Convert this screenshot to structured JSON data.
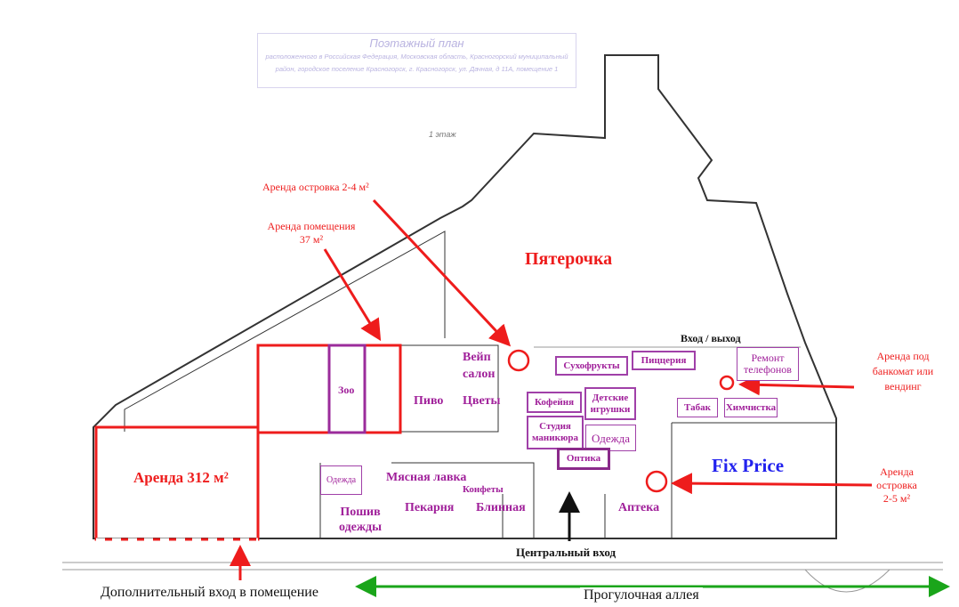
{
  "header": {
    "title": "Поэтажный план",
    "address_prefix": "расположенного в",
    "address_line1": "Российская Федерация, Московская область, Красногорский муниципальный",
    "address_line2": "район, городское поселение Красногорск, г. Красногорск, ул. Дачная, д 11А, помещение 1",
    "floor": "1 этаж"
  },
  "anchors": {
    "main": "Пятерочка",
    "fixprice": "Fix Price",
    "rent312": "Аренда 312 м²"
  },
  "shops": {
    "zoo": "Зоо",
    "beer": "Пиво",
    "vape": "Вейп салон",
    "flowers": "Цветы",
    "dried": "Сухофрукты",
    "pizza": "Пиццерия",
    "repair": "Ремонт телефонов",
    "coffee": "Кофейня",
    "toys": "Детские игрушки",
    "tobacco": "Табак",
    "cleaning": "Химчистка",
    "nails": "Студия маникюра",
    "clothes": "Одежда",
    "optics": "Оптика",
    "clothes2": "Одежда",
    "sewing": "Пошив одежды",
    "meat": "Мясная лавка",
    "candy": "Конфеты",
    "bakery": "Пекарня",
    "pancakes": "Блинная",
    "pharmacy": "Аптека"
  },
  "annotations": {
    "island24": "Аренда островка 2-4 м²",
    "room37_l1": "Аренда помещения",
    "room37_l2": "37 м²",
    "atm_l1": "Аренда под",
    "atm_l2": "банкомат или",
    "atm_l3": "вендинг",
    "island25_l1": "Аренда",
    "island25_l2": "островка",
    "island25_l3": "2-5 м²"
  },
  "entrances": {
    "exit": "Вход / выход",
    "central": "Центральный вход",
    "extra": "Дополнительный вход в помещение",
    "alley": "Прогулочная аллея"
  },
  "colors": {
    "rent": "#ee1c1c",
    "shop": "#a0209a",
    "fixprice": "#2222ee",
    "alley": "#1aa51a"
  }
}
